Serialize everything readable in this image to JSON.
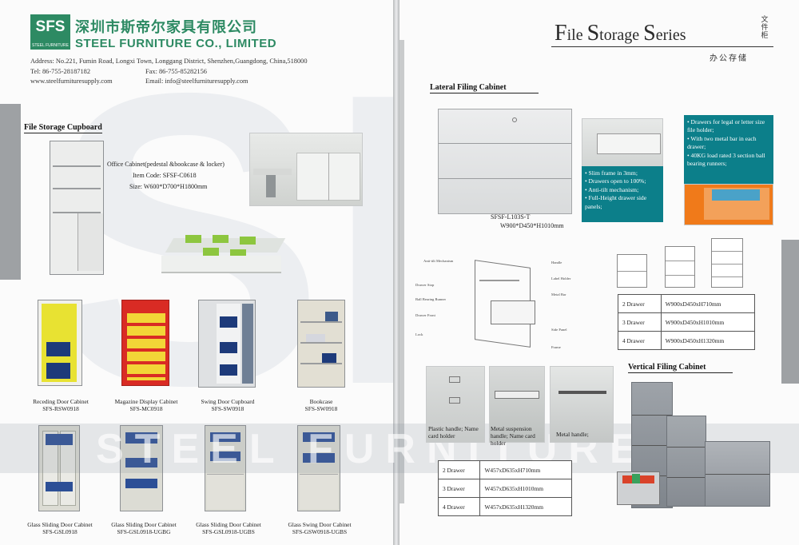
{
  "company": {
    "logo_text": "SFS",
    "logo_sub": "STEEL FURNITURE",
    "name_cn": "深圳市斯帝尔家具有限公司",
    "name_en": "STEEL FURNITURE CO., LIMITED",
    "address": "Address: No.221, Fumin Road, Longxi Town, Longgang District, Shenzhen,Guangdong, China,518000",
    "tel": "Tel: 86-755-28187182",
    "fax": "Fax: 86-755-85282156",
    "website": "www.steelfurnituresupply.com",
    "email": "Email: info@steelfurnituresupply.com"
  },
  "left": {
    "section_title": "File Storage Cupboard",
    "office": {
      "name": "Office Cabinet(pedestal &bookcase & locker)",
      "item_code": "Item Code: SFSF-C0618",
      "size": "Size: W600*D700*H1800mm"
    },
    "row1": [
      {
        "name": "Receding Door Cabinet",
        "code": "SFS-RSW0918"
      },
      {
        "name": "Magazine Display Cabinet",
        "code": "SFS-MC0918"
      },
      {
        "name": "Swing Door Cupboard",
        "code": "SFS-SW0918"
      },
      {
        "name": "Bookcase",
        "code": "SFS-SW0918"
      }
    ],
    "row2": [
      {
        "name": "Glass Sliding Door Cabinet",
        "code": "SFS-GSL0918"
      },
      {
        "name": "Glass Sliding Door Cabinet",
        "code": "SFS-GSL0918-UGBG"
      },
      {
        "name": "Glass Sliding Door Cabinet",
        "code": "SFS-GSL0918-UGBS"
      },
      {
        "name": "Glass Swing Door Cabinet",
        "code": "SFS-GSW0918-UGBS"
      }
    ]
  },
  "watermark": {
    "text": "STEEL FURNITURE",
    "big": "SFS"
  },
  "right": {
    "series_title_1": "F",
    "series_title_2": "ile ",
    "series_title_3": "S",
    "series_title_4": "torage ",
    "series_title_5": "S",
    "series_title_6": "eries",
    "series_cn_vertical": "文件柜",
    "series_cn": "办公存储",
    "lateral": {
      "title": "Lateral Filing Cabinet",
      "model": "SFSF-L103S-T",
      "size": "W900*D450*H1010mm",
      "features_left": [
        "• Slim frame in 3mm;",
        "• Drawers open to 100%;",
        "• Anti-tilt mechanism;",
        "• Full-Height drawer side panels;"
      ],
      "features_right": [
        "• Drawers for legal or letter size file holder;",
        "• With two metal bar in each drawer;",
        "• 40KG load rated 3 section ball bearing runners;"
      ],
      "handles": [
        "Plastic handle; Name card holder",
        "Metal suspension handle; Name card holder",
        "Metal handle;"
      ],
      "specs": [
        {
          "label": "2 Drawer",
          "value": "W900xD450xH710mm"
        },
        {
          "label": "3 Drawer",
          "value": "W900xD450xH1010mm"
        },
        {
          "label": "4 Drawer",
          "value": "W900xD450xH1320mm"
        }
      ]
    },
    "vertical": {
      "title": "Vertical Filing Cabinet",
      "specs": [
        {
          "label": "2 Drawer",
          "value": "W457xD635xH710mm"
        },
        {
          "label": "3 Drawer",
          "value": "W457xD635xH1010mm"
        },
        {
          "label": "4 Drawer",
          "value": "W457xD635xH1320mm"
        }
      ]
    },
    "diagram_labels": [
      "Anti-tilt Mechanism",
      "Drawer Stop",
      "Ball Bearing Runner",
      "Drawer Front",
      "Lock",
      "Handle",
      "Label Holder",
      "Metal Bar",
      "Side Panel",
      "Frame"
    ]
  },
  "colors": {
    "brand_green": "#2d8a63",
    "teal_panel": "#0c7f8a",
    "yellow_panel": "#e6df32",
    "red_cabinet": "#d92b24",
    "orange_drawer": "#f07a1a"
  }
}
